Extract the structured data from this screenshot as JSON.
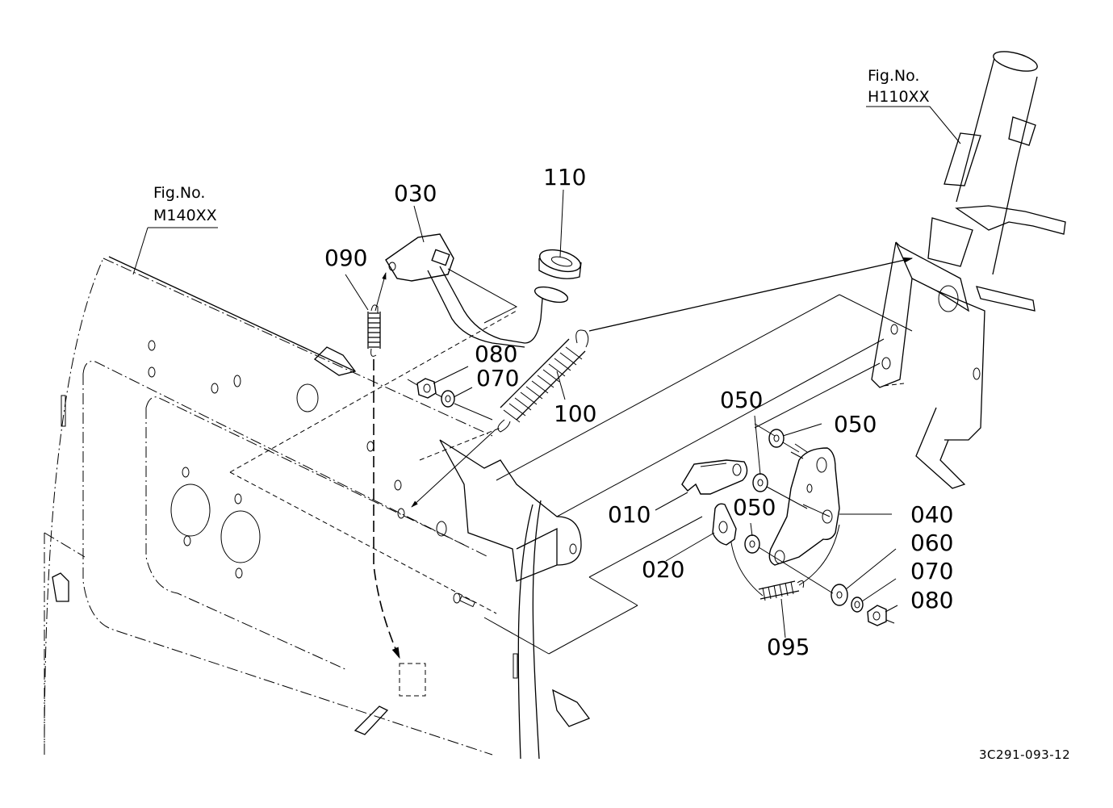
{
  "diagram": {
    "title": "Parts exploded view",
    "drawing_number": "3C291-093-12",
    "figure_refs": [
      {
        "line1": "Fig.No.",
        "line2": "M140XX"
      },
      {
        "line1": "Fig.No.",
        "line2": "H110XX"
      }
    ],
    "part_labels": {
      "p010": "010",
      "p020": "020",
      "p030": "030",
      "p040": "040",
      "p050_a": "050",
      "p050_b": "050",
      "p050_c": "050",
      "p060": "060",
      "p070_a": "070",
      "p070_b": "070",
      "p080_a": "080",
      "p080_b": "080",
      "p090": "090",
      "p095": "095",
      "p100": "100",
      "p110": "110"
    }
  }
}
